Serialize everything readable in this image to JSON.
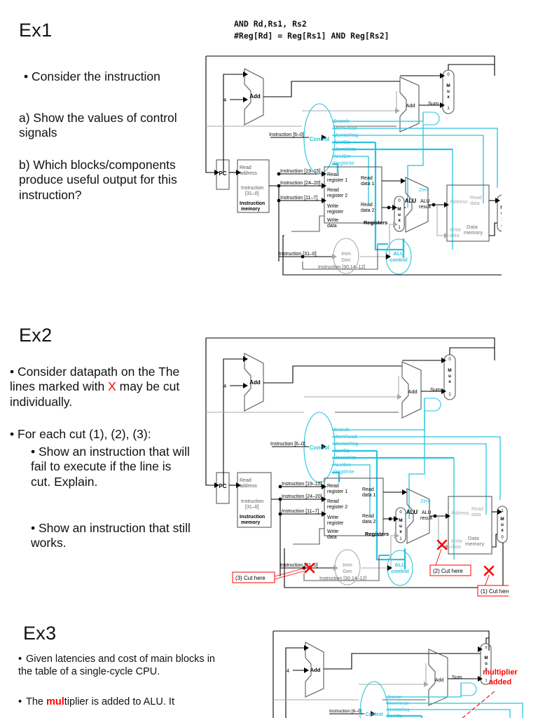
{
  "slides": [
    {
      "id": "ex1",
      "title": "Ex1",
      "code": "AND Rd,Rs1, Rs2\n#Reg[Rd] = Reg[Rs1] AND Reg[Rs2]",
      "bullets": [
        {
          "marker": "•",
          "text": "Consider the instruction",
          "indent": 0
        },
        {
          "marker": "",
          "text": "a) Show the values of control signals",
          "indent": 0
        },
        {
          "marker": "",
          "text": "b) Which blocks/components produce useful output for this instruction?",
          "indent": 0
        }
      ]
    },
    {
      "id": "ex2",
      "title": "Ex2",
      "bullets": [
        {
          "marker": "•",
          "text": "Consider datapath on the The lines marked with X may be cut individually.",
          "indent": 0
        },
        {
          "marker": "•",
          "text": "For each cut (1), (2), (3):",
          "indent": 0
        },
        {
          "marker": "•",
          "text": "Show an instruction that will fail to execute if the line is cut. Explain.",
          "indent": 1
        },
        {
          "marker": "•",
          "text": "Show an instruction that still works.",
          "indent": 1
        }
      ],
      "cut_labels": [
        "(1) Cut here",
        "(2) Cut here",
        "(3) Cut here"
      ]
    },
    {
      "id": "ex3",
      "title": "Ex3",
      "bullets": [
        {
          "marker": "•",
          "text": "Given latencies and cost of main blocks in the table of a single-cycle CPU.",
          "indent": 0
        },
        {
          "marker": "•",
          "text": "The multiplier is added to ALU. It",
          "indent": 0
        }
      ],
      "annotation": "multiplier\nadded"
    }
  ],
  "datapath": {
    "pc_label": "PC",
    "four_label": "4",
    "add_label": "Add",
    "sum_label": "Sum",
    "mux_label": "Mux",
    "mux_top_0": "0",
    "mux_top_1": "1",
    "mux_alu_0": "0",
    "mux_alu_1": "1",
    "mux_mem_1": "1",
    "mux_mem_0": "0",
    "imem": {
      "read_address": "Read\naddress",
      "instruction": "Instruction\n[31–0]",
      "name": "Instruction\nmemory"
    },
    "control_label": "Control",
    "control_signals": [
      "Branch",
      "MemRead",
      "MemtoReg",
      "ALUOp",
      "MemWrite",
      "ALUSrc",
      "RegWrite"
    ],
    "instruction_taps": [
      "Instruction [6–0]",
      "Instruction [19–15]",
      "Instruction [24–20]",
      "Instruction [11–7]",
      "Instruction [31–0]",
      "Instruction [30,14–12]"
    ],
    "registers": {
      "read_register_1": "Read\nregister 1",
      "read_register_2": "Read\nregister 2",
      "write_register": "Write\nregister",
      "write_data": "Write\ndata",
      "read_data_1": "Read\ndata 1",
      "read_data_2": "Read\ndata 2",
      "name": "Registers"
    },
    "alu": {
      "name": "ALU",
      "result": "ALU\nresult",
      "zero": "Zero"
    },
    "alu_control": "ALU\ncontrol",
    "imm_gen": "Imm\nGen",
    "dmem": {
      "address": "Address",
      "write_data": "Write\ndata",
      "read_data": "Read\ndata",
      "name": "Data\nmemory"
    }
  },
  "colors": {
    "control_cyan": "#29c3e0",
    "cut_red": "#ff0000",
    "diagram_dark": "#58595b",
    "diagram_black": "#000000",
    "grey_block": "#a7a9ac"
  }
}
